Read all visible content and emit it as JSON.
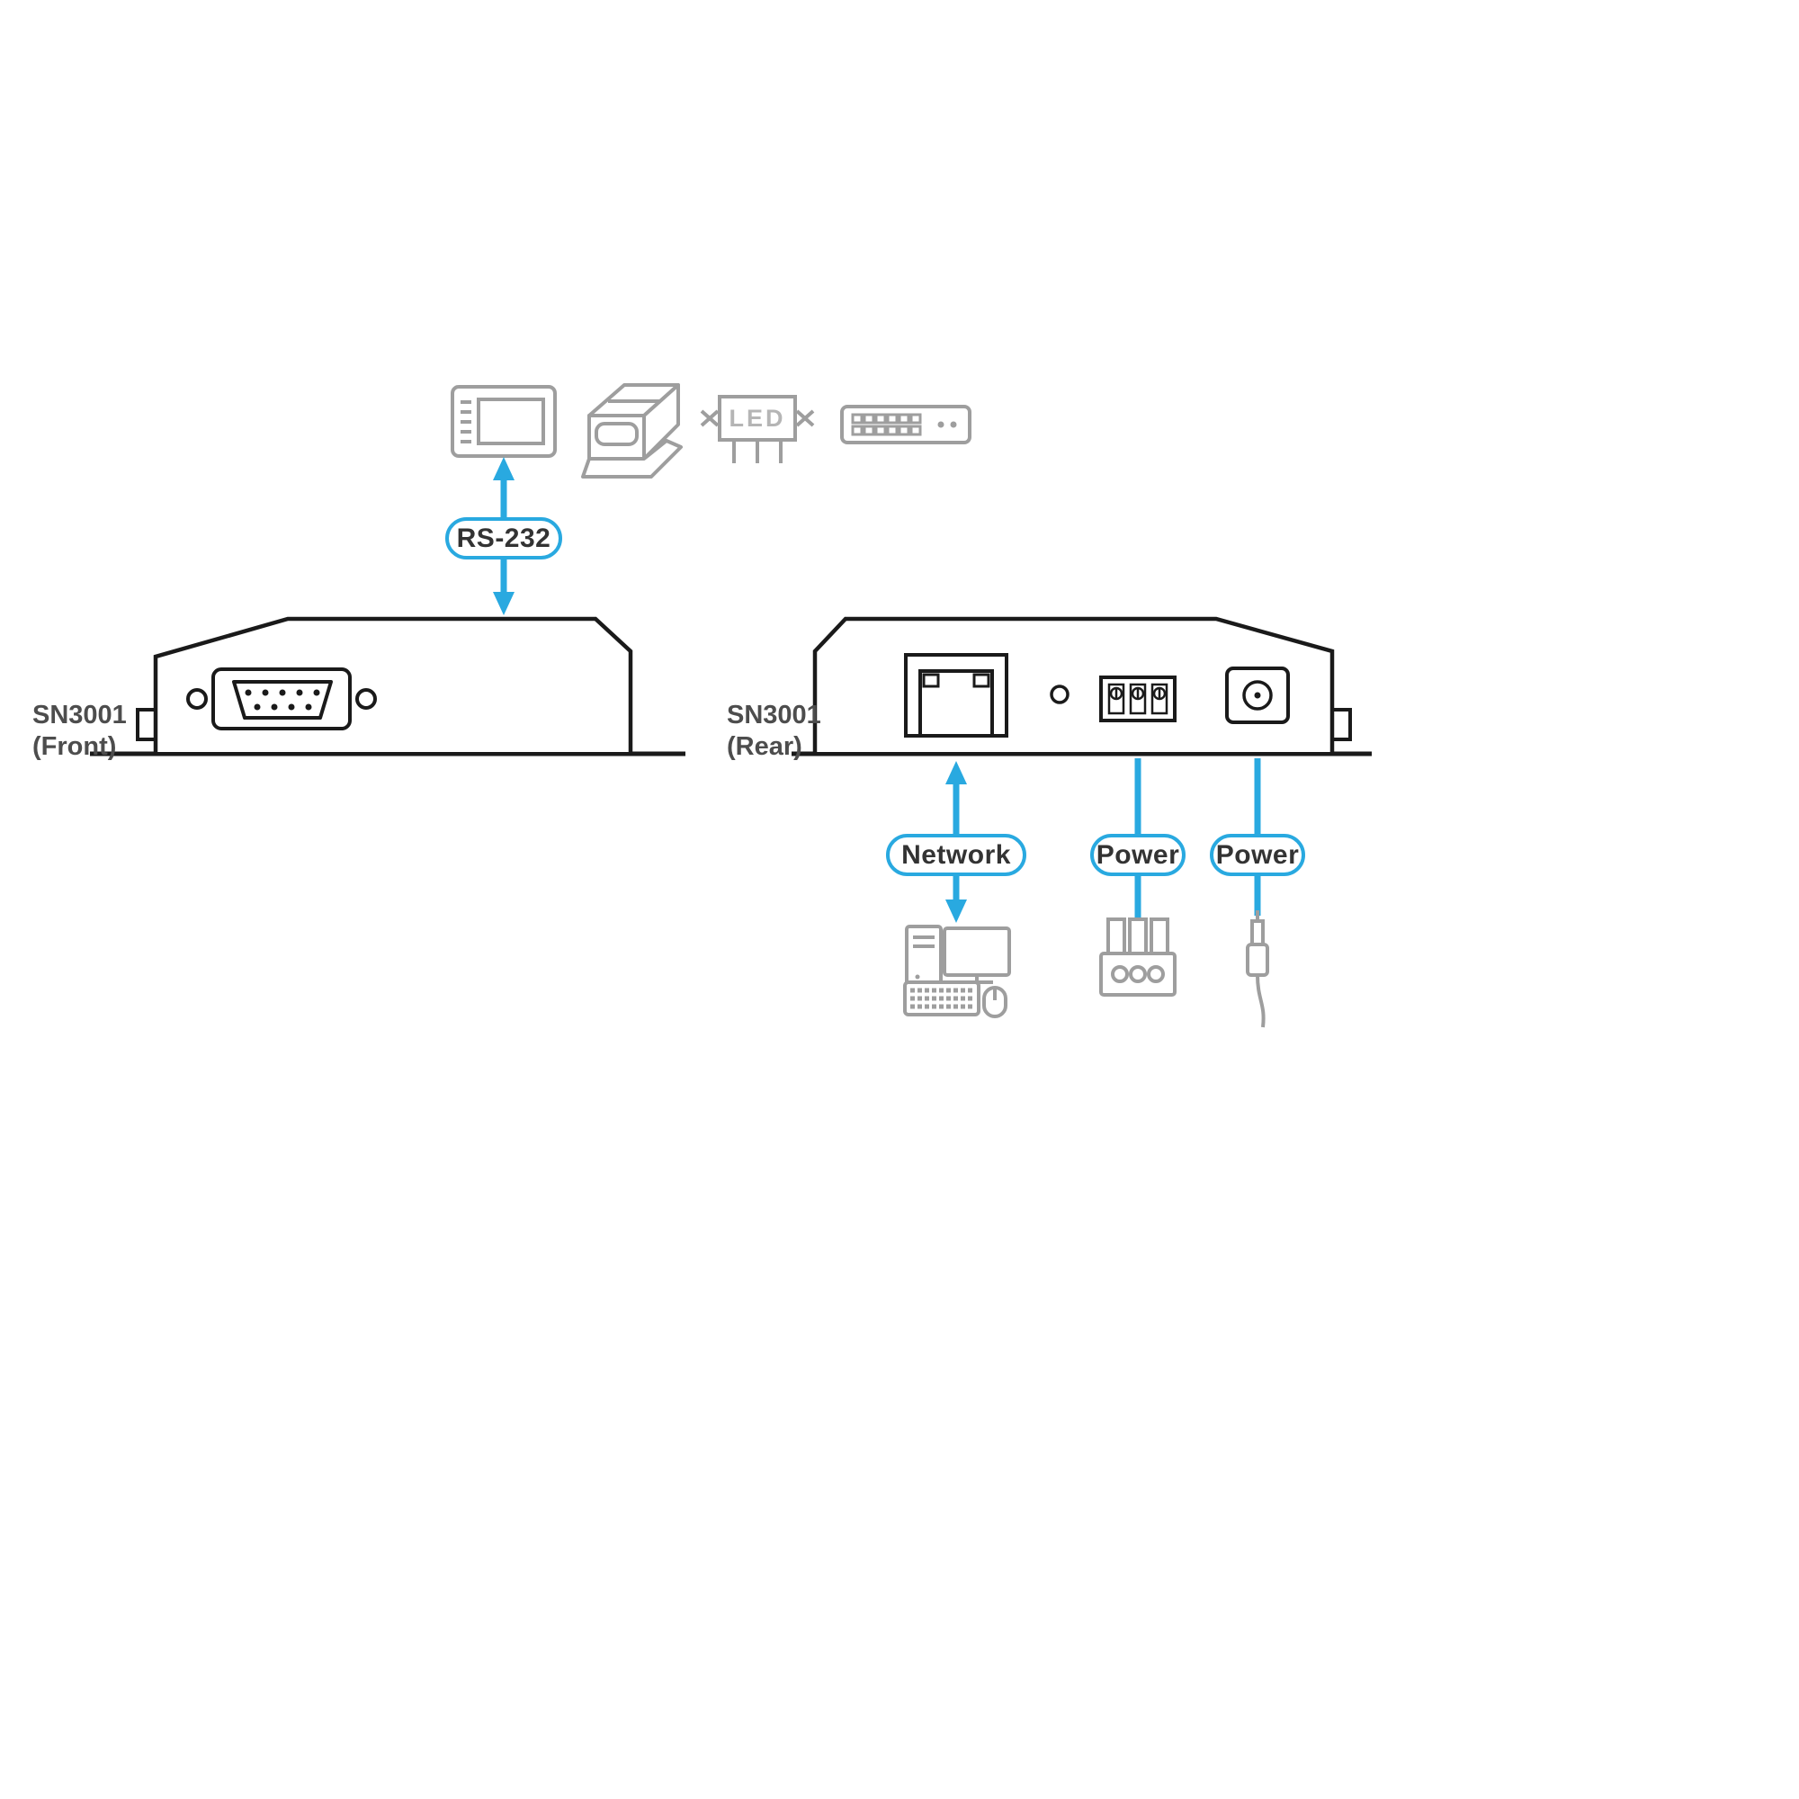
{
  "diagram": {
    "colors": {
      "accent": "#29A9E0",
      "outline": "#1a1a1a",
      "icon_gray": "#9e9e9e",
      "label_text": "#4d4d4d",
      "pill_text": "#333333",
      "background": "#ffffff"
    },
    "front_device": {
      "name": "SN3001",
      "view": "(Front)"
    },
    "rear_device": {
      "name": "SN3001",
      "view": "(Rear)"
    },
    "connections": {
      "rs232_label": "RS-232",
      "network_label": "Network",
      "power_terminal_label": "Power",
      "power_dc_label": "Power"
    },
    "top_icons": [
      {
        "name": "hmi-display-icon"
      },
      {
        "name": "barcode-printer-icon"
      },
      {
        "name": "led-display-icon",
        "text": "LED"
      },
      {
        "name": "serial-device-icon"
      }
    ],
    "bottom_icons": [
      {
        "name": "computer-icon"
      },
      {
        "name": "terminal-block-plug-icon"
      },
      {
        "name": "dc-power-plug-icon"
      }
    ]
  }
}
